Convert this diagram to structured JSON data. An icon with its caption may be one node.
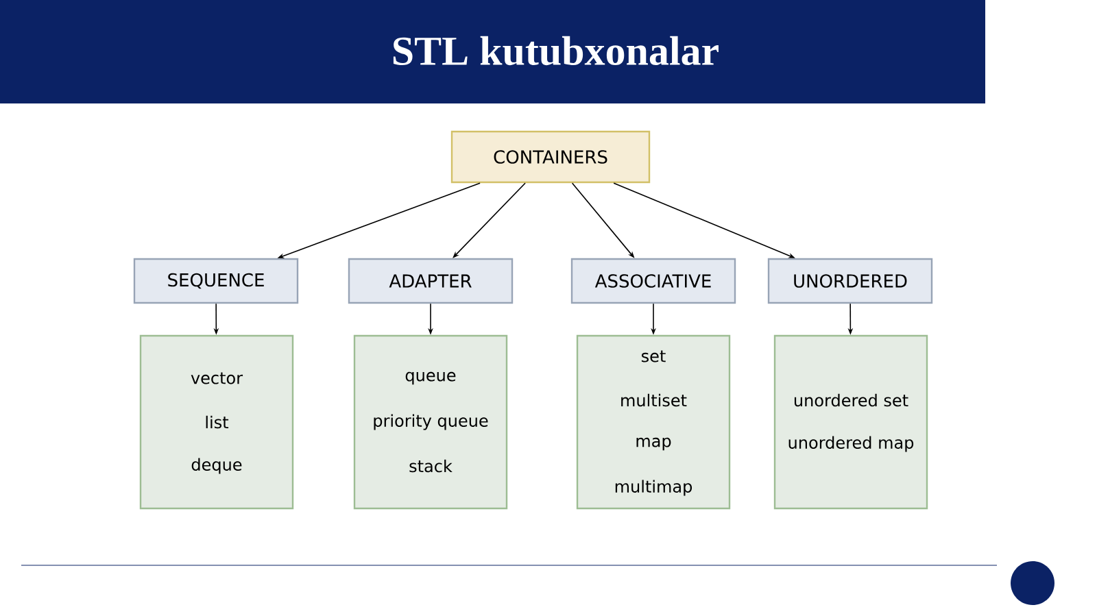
{
  "diagram": {
    "title": "STL kutubxonalar",
    "nodes": [
      {
        "text": [
          "CONTAINERS"
        ]
      },
      {
        "text": [
          "SEQUENCE"
        ]
      },
      {
        "text": [
          "ADAPTER"
        ]
      },
      {
        "text": [
          "ASSOCIATIVE"
        ]
      },
      {
        "text": [
          "UNORDERED"
        ]
      },
      {
        "text": [
          "vector",
          "list",
          "deque"
        ]
      },
      {
        "text": [
          "queue",
          "priority queue",
          "stack"
        ]
      },
      {
        "text": [
          "set",
          "multiset",
          "map",
          "multimap"
        ]
      },
      {
        "text": [
          "unordered set",
          "unordered map"
        ]
      }
    ],
    "edges": [
      {
        "from": 0,
        "to": 1,
        "arrow": "to"
      },
      {
        "from": 0,
        "to": 2,
        "arrow": "to"
      },
      {
        "from": 0,
        "to": 3,
        "arrow": "to"
      },
      {
        "from": 0,
        "to": 4,
        "arrow": "to"
      },
      {
        "from": 1,
        "to": 5,
        "arrow": "to"
      },
      {
        "from": 2,
        "to": 6,
        "arrow": "to"
      },
      {
        "from": 3,
        "to": 7,
        "arrow": "to"
      },
      {
        "from": 4,
        "to": 8,
        "arrow": "to"
      }
    ]
  }
}
